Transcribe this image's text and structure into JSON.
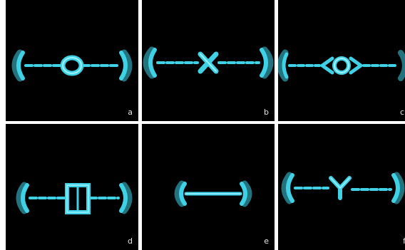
{
  "panels": [
    {
      "label": "a",
      "symbol": "O"
    },
    {
      "label": "b",
      "symbol": "X"
    },
    {
      "label": "c",
      "symbol": "<O>"
    },
    {
      "label": "d",
      "symbol": "[]"
    },
    {
      "label": "e",
      "symbol": ""
    },
    {
      "label": "f",
      "symbol": "Y"
    }
  ],
  "colors": {
    "glow": "#3fd2e6",
    "bright": "#9ff2ff",
    "background": "#000000",
    "frame": "#ffffff"
  }
}
